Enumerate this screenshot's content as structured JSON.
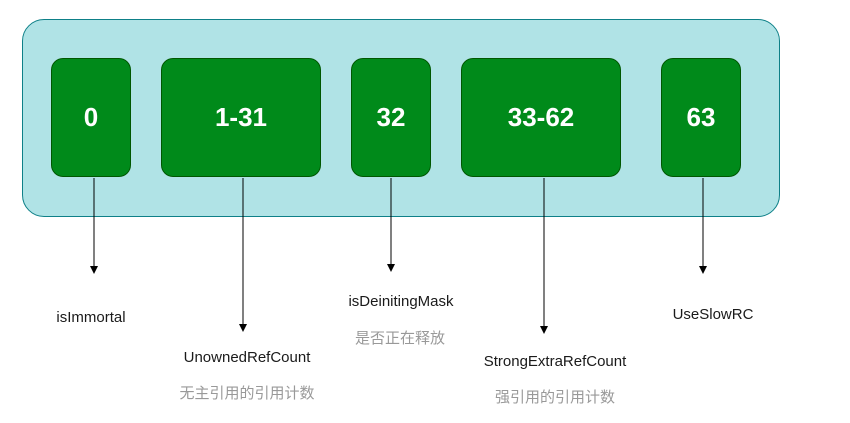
{
  "bits": [
    {
      "bits": "0",
      "name": "isImmortal",
      "desc": ""
    },
    {
      "bits": "1-31",
      "name": "UnownedRefCount",
      "desc": "无主引用的引用计数"
    },
    {
      "bits": "32",
      "name": "isDeinitingMask",
      "desc": "是否正在释放"
    },
    {
      "bits": "33-62",
      "name": "StrongExtraRefCount",
      "desc": "强引用的引用计数"
    },
    {
      "bits": "63",
      "name": "UseSlowRC",
      "desc": ""
    }
  ],
  "colors": {
    "container_fill": "#b0e3e6",
    "container_stroke": "#0e8088",
    "block_fill": "#008a1a",
    "block_stroke": "#005700"
  }
}
